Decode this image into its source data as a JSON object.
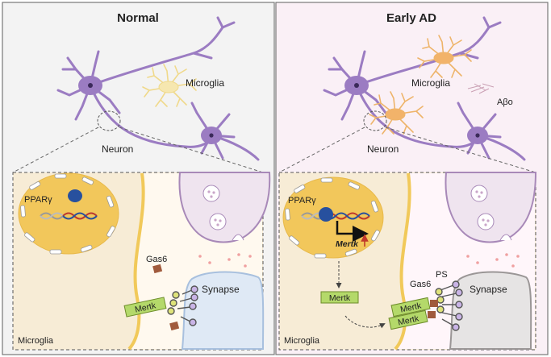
{
  "panels": {
    "normal": {
      "title": "Normal",
      "labels": {
        "microglia": "Microglia",
        "neuron": "Neuron"
      },
      "inset": {
        "nucleus_protein": "PPARγ",
        "ligand": "Gas6",
        "receptor": "Mertk",
        "synapse": "Synapse",
        "cell": "Microglia"
      }
    },
    "early_ad": {
      "title": "Early AD",
      "labels": {
        "microglia": "Microglia",
        "abeta": "Aβo",
        "neuron": "Neuron"
      },
      "inset": {
        "nucleus_protein": "PPARγ",
        "gene": "Mertk",
        "ligand": "Gas6",
        "ps": "PS",
        "receptor_free": "Mertk",
        "receptor_1": "Mertk",
        "receptor_2": "Mertk",
        "synapse": "Synapse",
        "cell": "Microglia"
      }
    }
  },
  "colors": {
    "neuron": "#9b7cc2",
    "microglia_normal": "#f6e7b0",
    "microglia_ad": "#f2b36a",
    "pparg": "#27509e",
    "mertk": "#b4d96a",
    "gas6": "#a05a3c",
    "up_arrow": "#c0392b"
  },
  "icons": [
    "neuron-icon",
    "microglia-icon",
    "dna-icon",
    "synapse-icon",
    "receptor-icon"
  ]
}
